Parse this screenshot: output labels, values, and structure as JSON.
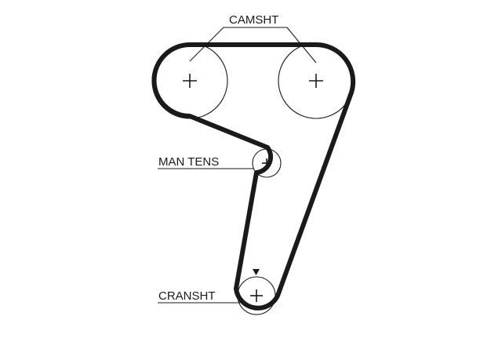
{
  "labels": {
    "camshaft": "CAMSHT",
    "manual_tensioner": "MAN TENS",
    "crankshaft": "CRANSHT"
  },
  "colors": {
    "line": "#1a1a1a",
    "background": "#ffffff"
  },
  "icons": {
    "timing_mark": "triangle-down-icon"
  }
}
